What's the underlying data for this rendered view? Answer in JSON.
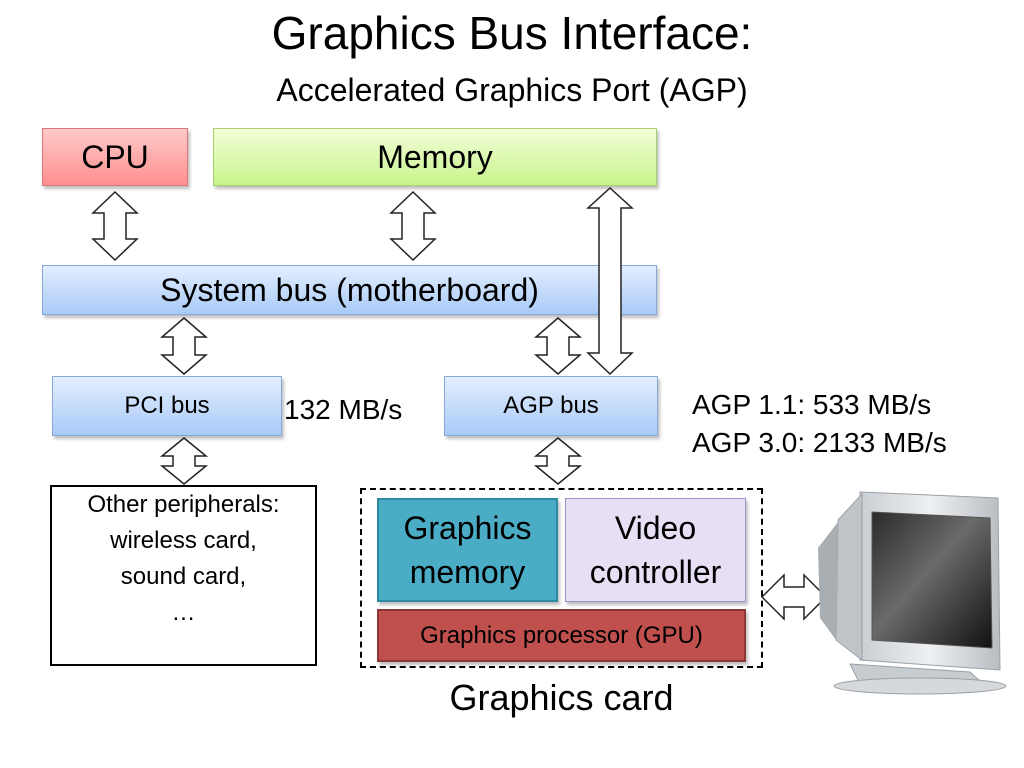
{
  "title": "Graphics Bus Interface:",
  "subtitle": "Accelerated Graphics Port (AGP)",
  "boxes": {
    "cpu": "CPU",
    "memory": "Memory",
    "system_bus": "System bus (motherboard)",
    "pci_bus": "PCI bus",
    "agp_bus": "AGP bus",
    "graphics_memory": [
      "Graphics",
      "memory"
    ],
    "video_controller": [
      "Video",
      "controller"
    ],
    "gpu": "Graphics processor (GPU)"
  },
  "pci_speed": "132 MB/s",
  "agp_speeds": [
    "AGP 1.1: 533 MB/s",
    "AGP 3.0: 2133 MB/s"
  ],
  "peripherals": [
    "Other peripherals:",
    "wireless card,",
    "sound card,",
    "…"
  ],
  "graphics_card_label": "Graphics card",
  "colors": {
    "cpu": "#ff8f8f",
    "memory": "#c8f38c",
    "bus": "#a9caf7",
    "graphics_memory": "#4bacc6",
    "video_controller": "#e7e0f5",
    "gpu": "#c0504d"
  }
}
